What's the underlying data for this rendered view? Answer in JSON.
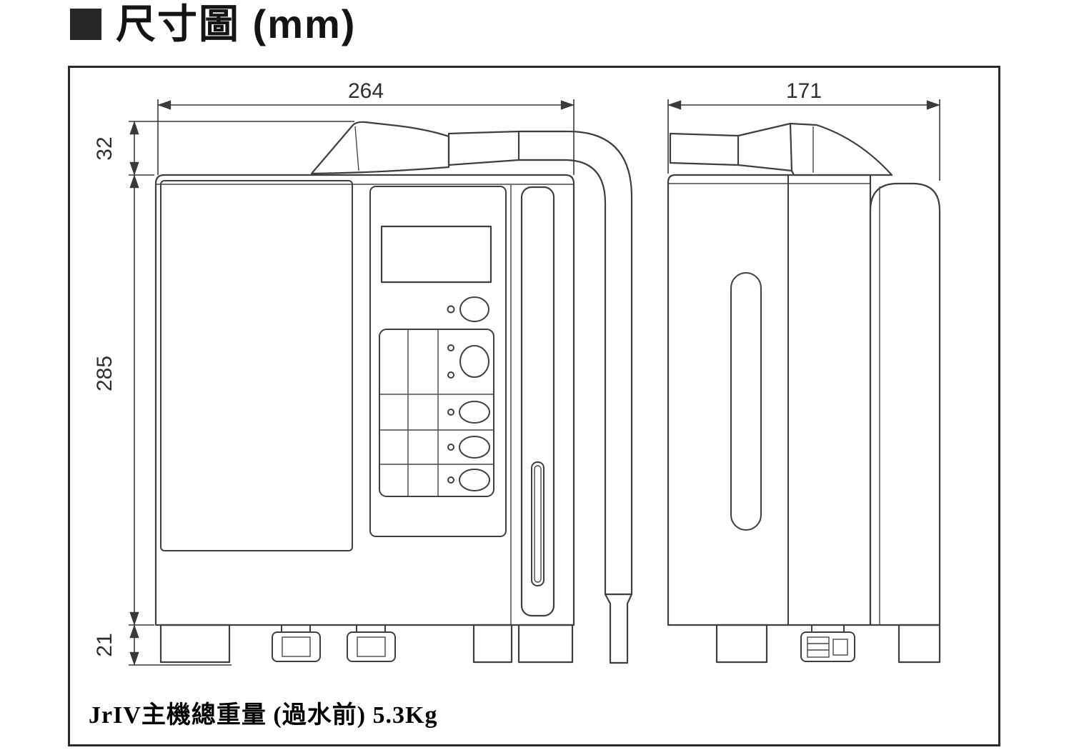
{
  "header": {
    "title": "尺寸圖 (mm)",
    "bullet_icon": "black-square"
  },
  "diagram": {
    "type": "technical-dimension-drawing",
    "unit": "mm",
    "line_color": "#3f3f3f",
    "background": "#ffffff",
    "front_view": {
      "label": "front-view",
      "width": "264",
      "spout_height": "32",
      "body_height": "285",
      "base_height": "21"
    },
    "side_view": {
      "label": "side-view",
      "depth": "171"
    },
    "caption": "JrIV主機總重量 (過水前) 5.3Kg"
  }
}
